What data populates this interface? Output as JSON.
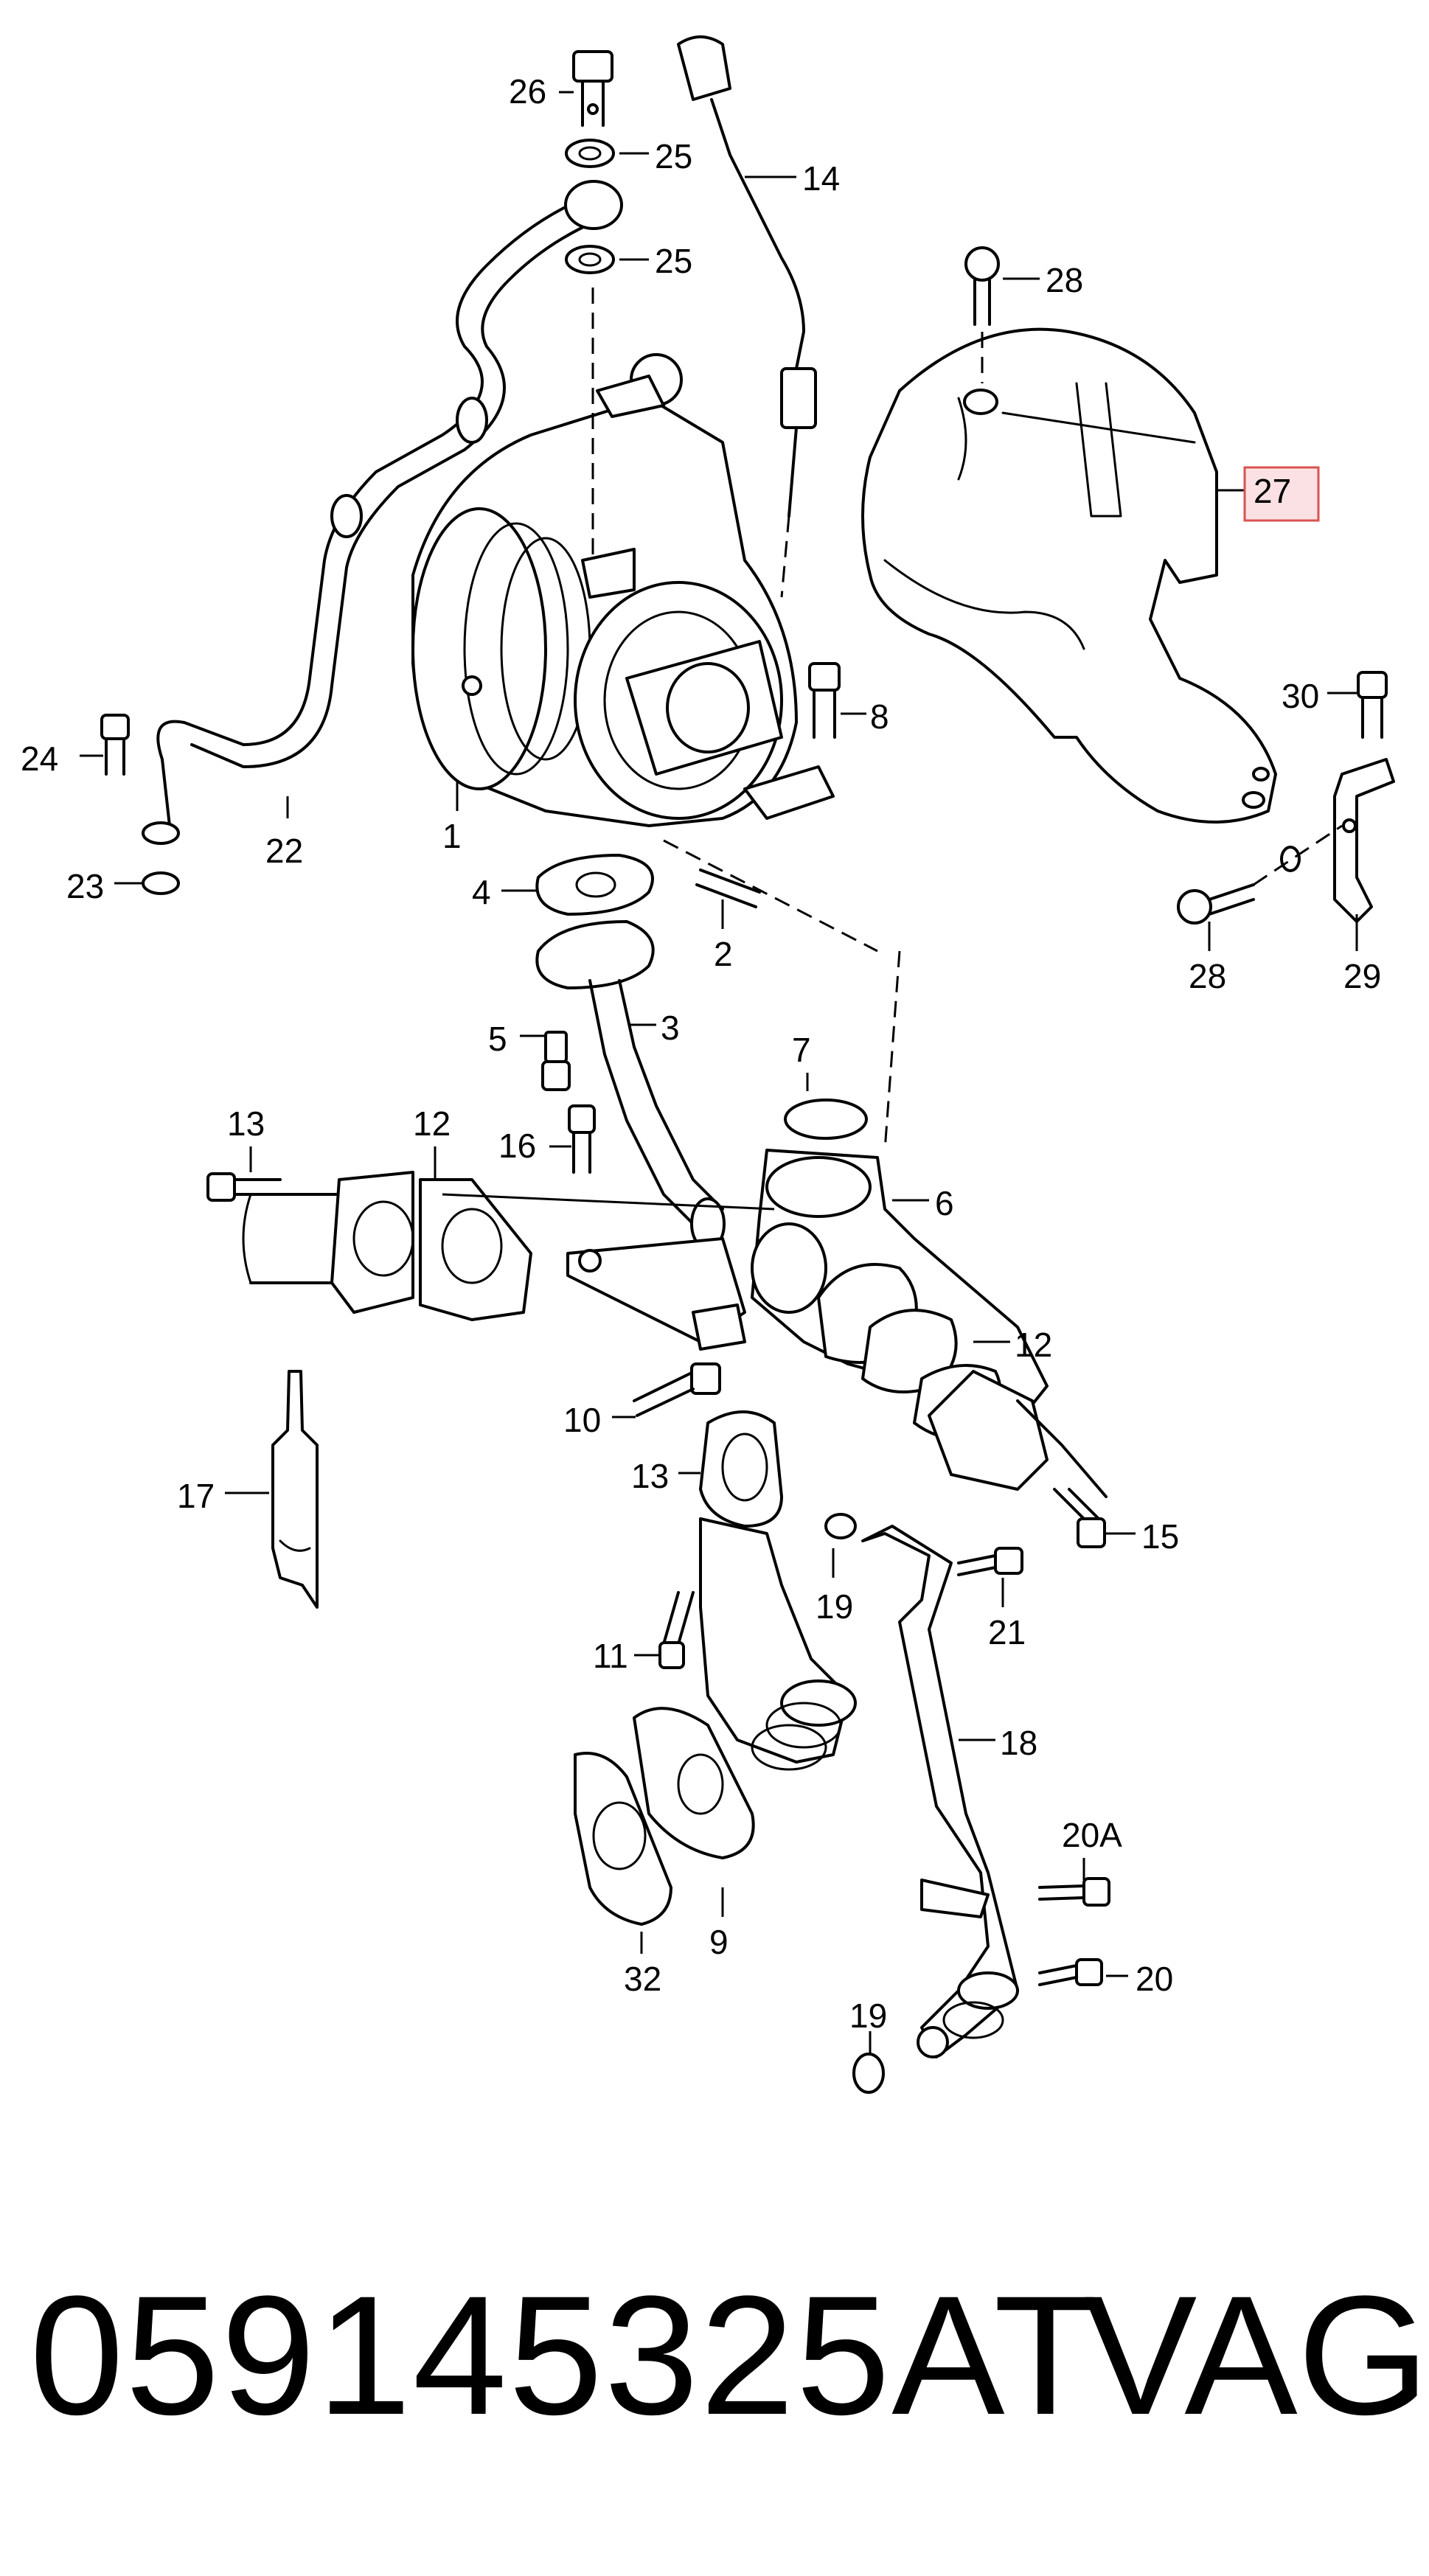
{
  "footer": {
    "part_number": "059145325AT",
    "brand": "VAG"
  },
  "highlight_color": "#d9534f",
  "callouts": [
    "26",
    "25",
    "25",
    "14",
    "28",
    "27",
    "24",
    "8",
    "30",
    "1",
    "22",
    "23",
    "4",
    "2",
    "28",
    "29",
    "5",
    "3",
    "7",
    "13",
    "12",
    "16",
    "6",
    "12",
    "15",
    "10",
    "13",
    "17",
    "19",
    "21",
    "11",
    "18",
    "20A",
    "9",
    "32",
    "20",
    "19"
  ]
}
